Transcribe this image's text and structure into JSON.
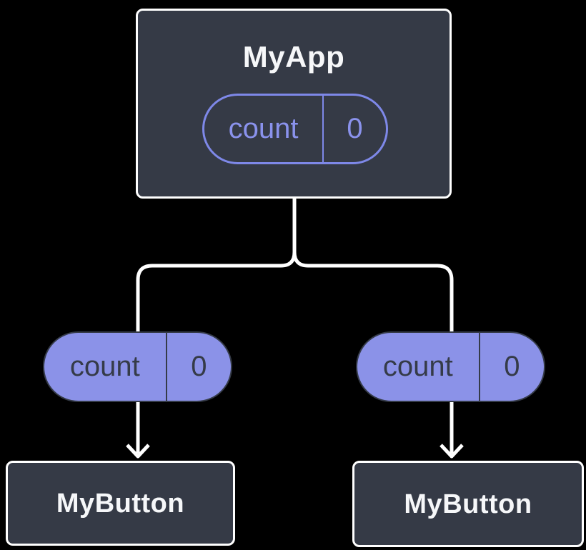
{
  "diagram": {
    "description": "Component tree showing lifted state: MyApp holds count state and passes it down to two MyButton children",
    "root": {
      "title": "MyApp",
      "state": {
        "name": "count",
        "value": "0"
      }
    },
    "children": [
      {
        "title": "MyButton",
        "prop": {
          "name": "count",
          "value": "0"
        }
      },
      {
        "title": "MyButton",
        "prop": {
          "name": "count",
          "value": "0"
        }
      }
    ]
  },
  "colors": {
    "bg": "#000000",
    "slate": "#353A46",
    "border-white": "#FFFFFF",
    "text-white": "#F6F7F9",
    "purple-line": "#7E88E8",
    "purple-text": "#8A92EC",
    "purple-fill": "#8B92E8",
    "dark-on-purple": "#353B48",
    "connector": "#FFFFFF"
  }
}
